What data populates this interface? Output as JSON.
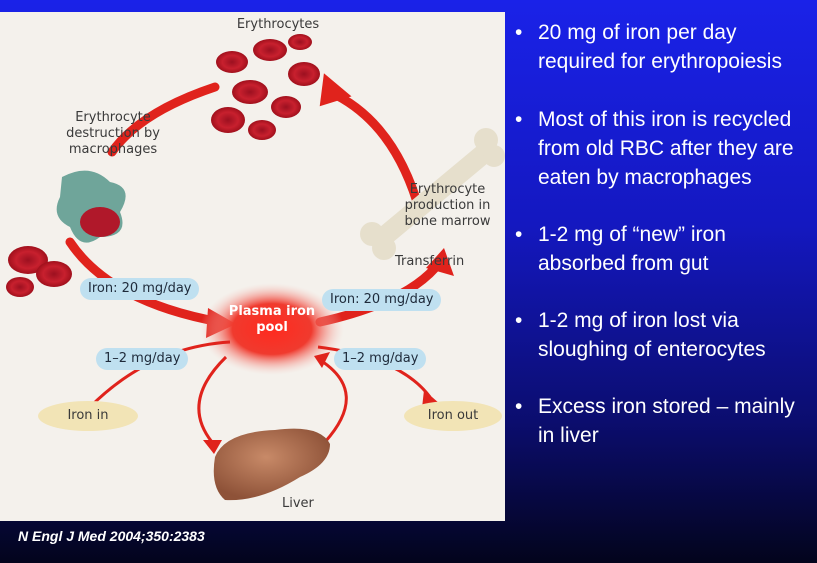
{
  "figure": {
    "erythrocytes": "Erythrocytes",
    "destruction": "Erythrocyte destruction by macrophages",
    "production": "Erythrocyte production in bone marrow",
    "transferrin": "Transferrin",
    "iron_left": "Iron: 20 mg/day",
    "iron_right": "Iron: 20 mg/day",
    "plasma_pool": "Plasma iron pool",
    "absorb_left": "1–2 mg/day",
    "absorb_right": "1–2 mg/day",
    "iron_in": "Iron in",
    "iron_out": "Iron out",
    "liver": "Liver",
    "colors": {
      "arrow": "#e0231c",
      "pill": "#bfe0f0",
      "ellipse": "#f2e4b6",
      "liver": "#a86a4c"
    }
  },
  "citation": "N Engl J Med 2004;350:2383",
  "bullets": [
    "20 mg of iron per day required for erythropoiesis",
    "Most of this iron is recycled from old RBC after they are eaten by macrophages",
    "1-2 mg of “new” iron absorbed from gut",
    "1-2 mg of iron lost via sloughing of enterocytes",
    "Excess iron stored – mainly in liver"
  ],
  "bullet_marker": "•"
}
